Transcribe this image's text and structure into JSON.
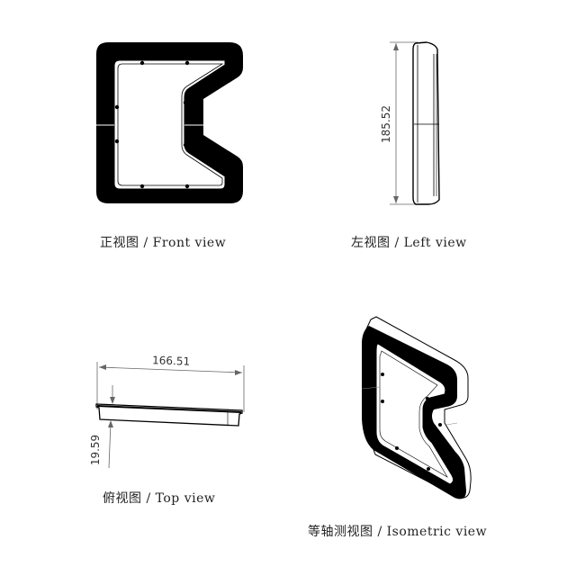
{
  "drawing": {
    "views": {
      "front": {
        "caption": "正视图 / Front view"
      },
      "left": {
        "caption": "左视图 / Left view",
        "dimension": "185.52"
      },
      "top": {
        "caption": "俯视图 / Top view",
        "width_dimension": "166.51",
        "height_dimension": "19.59"
      },
      "isometric": {
        "caption": "等轴测视图 / Isometric view"
      }
    },
    "colors": {
      "line": "#000000",
      "dimension": "#555555",
      "background": "#ffffff"
    }
  }
}
